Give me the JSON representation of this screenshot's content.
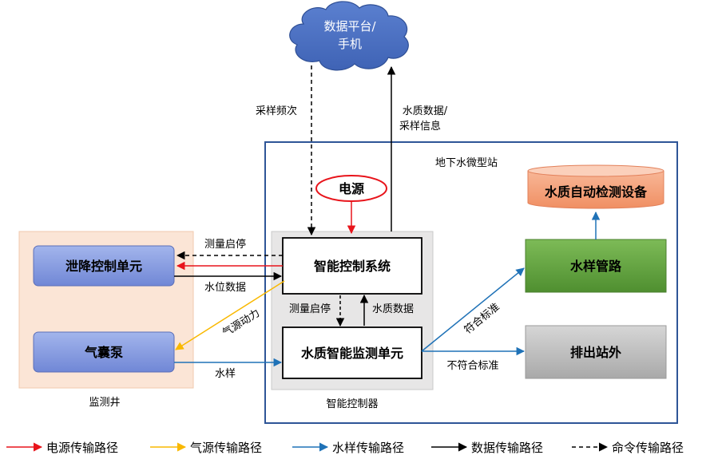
{
  "cloud": {
    "line1": "数据平台/",
    "line2": "手机"
  },
  "power_source": {
    "label": "电源"
  },
  "station": {
    "label": "地下水微型站"
  },
  "well": {
    "label": "监测井"
  },
  "controller_area": {
    "label": "智能控制器"
  },
  "boxes": {
    "discharge_control": "泄降控制单元",
    "air_pump": "气囊泵",
    "smart_control": "智能控制系统",
    "monitoring_unit": "水质智能监测单元",
    "water_pipeline": "水样管路",
    "discharge_out": "排出站外",
    "auto_detection": "水质自动检测设备"
  },
  "arrow_labels": {
    "sampling_freq": "采样频次",
    "quality_info_1": "水质数据/",
    "quality_info_2": "采样信息",
    "measure_start_stop_top": "测量启停",
    "water_level_data": "水位数据",
    "air_power": "气源动力",
    "water_sample": "水样",
    "measure_start_stop_mid": "测量启停",
    "quality_data": "水质数据",
    "meets_standard": "符合标准",
    "not_meets_standard": "不符合标准"
  },
  "legend": [
    {
      "label": "电源传输路径",
      "color": "#e8141b",
      "dashed": false
    },
    {
      "label": "气源传输路径",
      "color": "#f9b800",
      "dashed": false
    },
    {
      "label": "水样传输路径",
      "color": "#1f72b7",
      "dashed": false
    },
    {
      "label": "数据传输路径",
      "color": "#000000",
      "dashed": false
    },
    {
      "label": "命令传输路径",
      "color": "#000000",
      "dashed": true
    }
  ],
  "colors": {
    "power": "#e8141b",
    "air": "#f9b800",
    "water": "#1f72b7",
    "data": "#000000",
    "cloud_fill": "#4b72c4",
    "unit_fill": "#8a9fe0",
    "well_fill": "#fbe5d6",
    "green_box": "#6aa94a",
    "gray_box": "#bfbfbf",
    "cylinder": "#f4a584"
  }
}
